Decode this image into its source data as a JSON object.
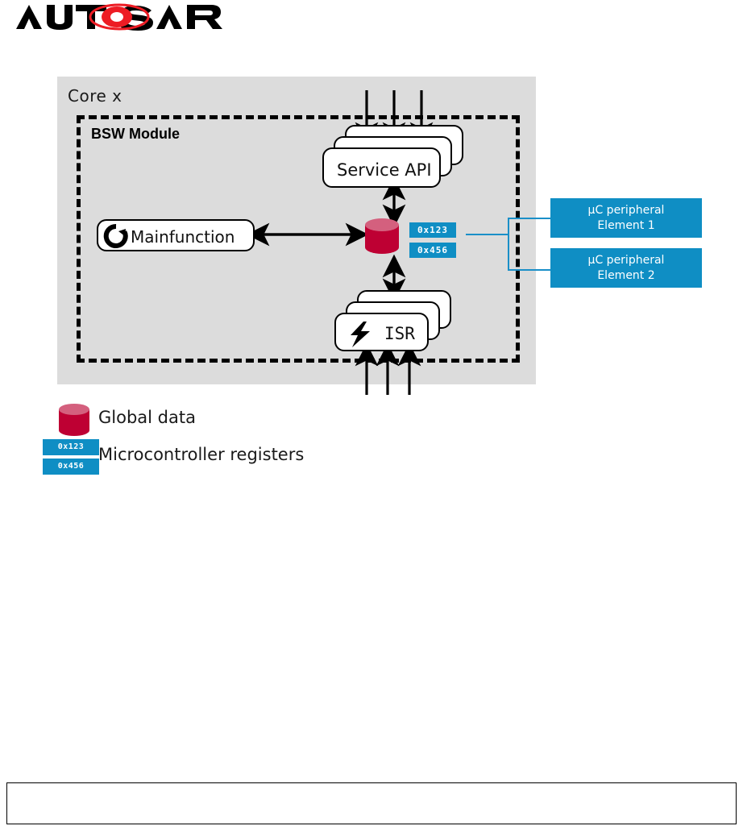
{
  "logo": {
    "alt": "AUTOSAR",
    "text_left": "AUT",
    "text_right": "SAR",
    "mark_color": "#ED1C24",
    "text_color": "#000000"
  },
  "diagram": {
    "core_panel": {
      "label": "Core x",
      "background": "#dcdcdc"
    },
    "bsw_module": {
      "label": "BSW Module",
      "border_style": "dashed"
    },
    "service_api": {
      "label": "Service API",
      "stack_count": 3,
      "incoming_arrows": 3
    },
    "mainfunction": {
      "label": "Mainfunction",
      "icon": "loop-arrow-icon"
    },
    "isr": {
      "label": "ISR",
      "icon": "lightning-bolt-icon",
      "stack_count": 3,
      "incoming_arrows": 3
    },
    "global_data": {
      "icon": "cylinder-icon",
      "body_color": "#BE0033",
      "top_color": "#D4607E"
    },
    "registers": [
      {
        "value": "0x123"
      },
      {
        "value": "0x456"
      }
    ],
    "register_color": "#0f8ec4",
    "peripherals": [
      {
        "line1": "µC peripheral",
        "line2": "Element 1"
      },
      {
        "line1": "µC peripheral",
        "line2": "Element 2"
      }
    ],
    "connector_color": "#1a8fc8"
  },
  "legend": {
    "items": [
      {
        "label": "Global data",
        "icon": "cylinder-icon"
      },
      {
        "label": "Microcontroller registers",
        "icon": "register-chips-icon"
      }
    ],
    "register_samples": [
      {
        "value": "0x123"
      },
      {
        "value": "0x456"
      }
    ]
  },
  "footer": {
    "content": ""
  }
}
